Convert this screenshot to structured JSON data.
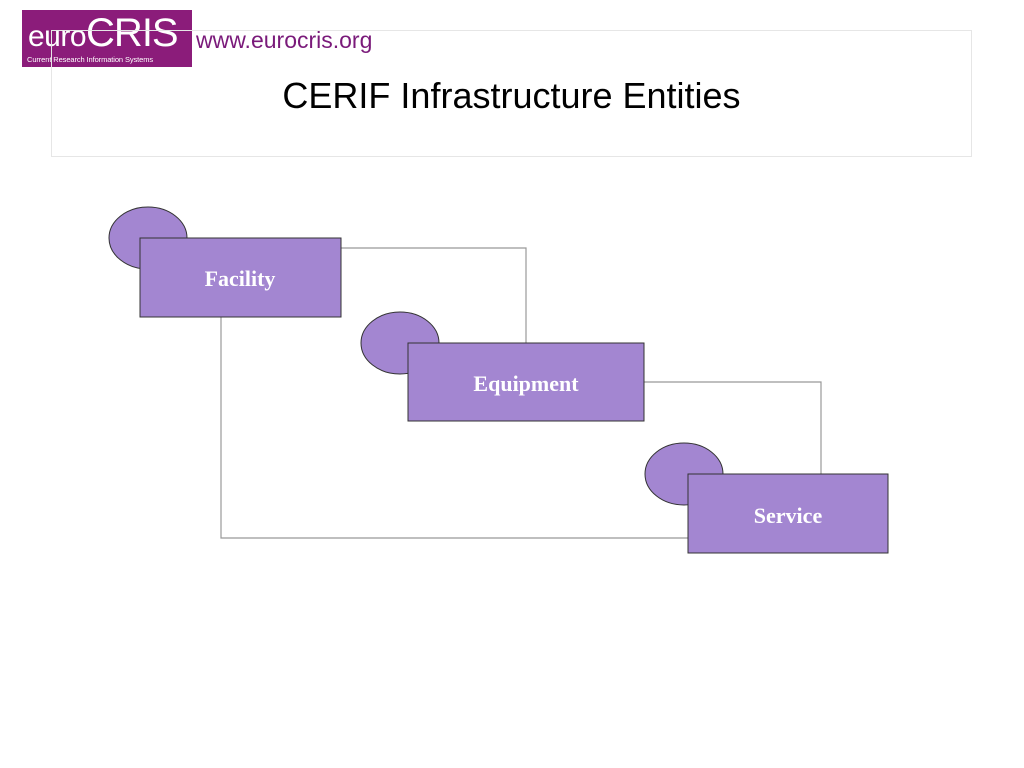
{
  "logo": {
    "euro": "euro",
    "cris": "CRIS",
    "tagline": "Current Research Information Systems"
  },
  "url": "www.eurocris.org",
  "title": "CERIF Infrastructure Entities",
  "diagram": {
    "entities": [
      {
        "id": "facility",
        "label": "Facility"
      },
      {
        "id": "equipment",
        "label": "Equipment"
      },
      {
        "id": "service",
        "label": "Service"
      }
    ],
    "colors": {
      "entity_fill": "#a386d1",
      "entity_stroke": "#333333",
      "connector": "#999999"
    }
  }
}
